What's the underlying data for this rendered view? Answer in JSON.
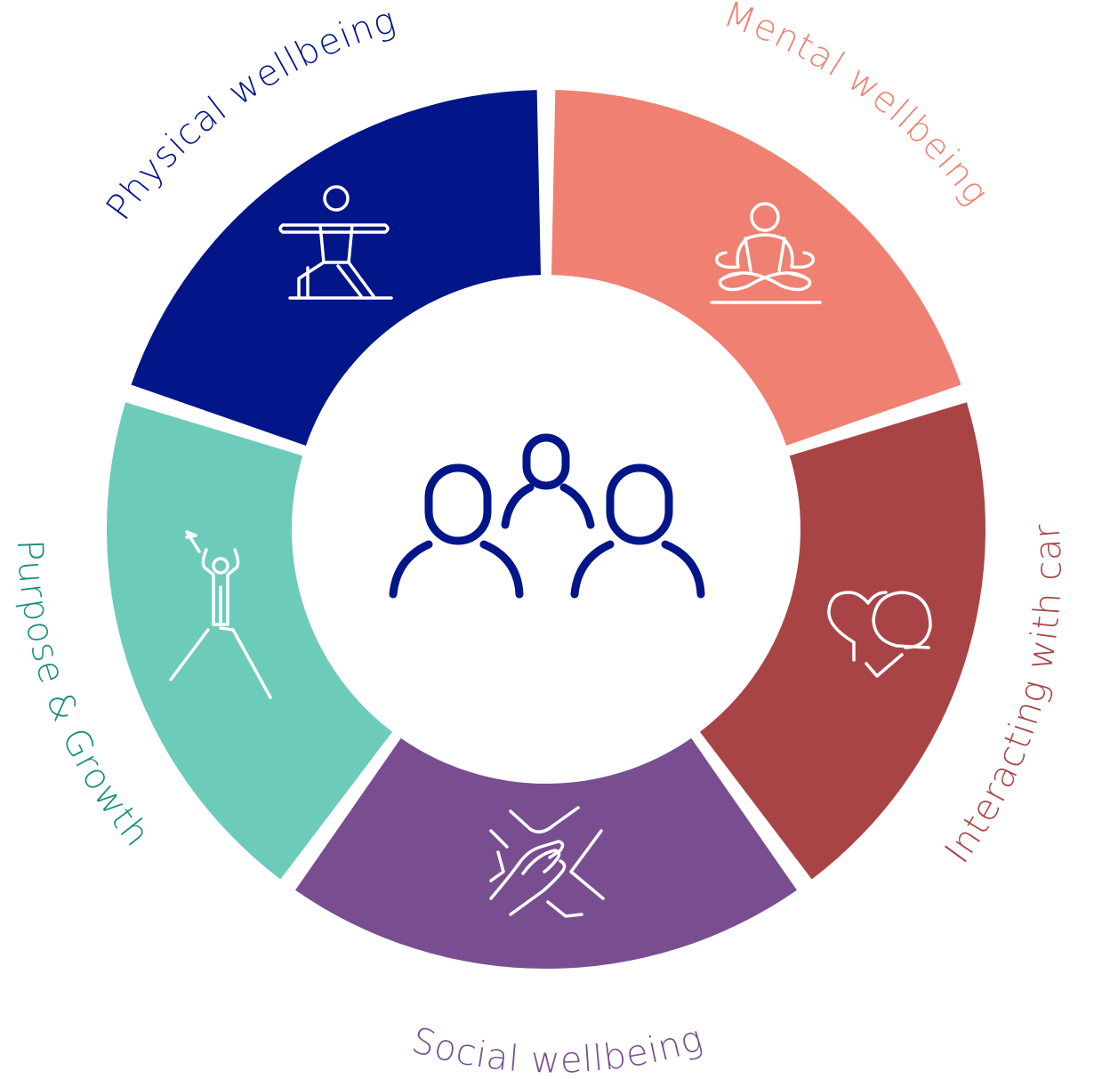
{
  "segments": [
    {
      "key": "physical",
      "label": "Physical wellbeing",
      "color": "#021689",
      "icon": "yoga-pose-icon"
    },
    {
      "key": "mental",
      "label": "Mental wellbeing",
      "color": "#f08071",
      "icon": "meditation-icon"
    },
    {
      "key": "interacting",
      "label": "Interacting with care",
      "color": "#a84446",
      "icon": "heart-speech-bubbles-icon"
    },
    {
      "key": "social",
      "label": "Social wellbeing",
      "color": "#794e91",
      "icon": "stacked-hands-icon"
    },
    {
      "key": "purpose",
      "label": "Purpose & Growth",
      "color": "#6dcbba",
      "icon": "mountain-summit-flag-icon"
    }
  ],
  "center": {
    "icon": "group-of-people-icon",
    "color": "#021689"
  }
}
